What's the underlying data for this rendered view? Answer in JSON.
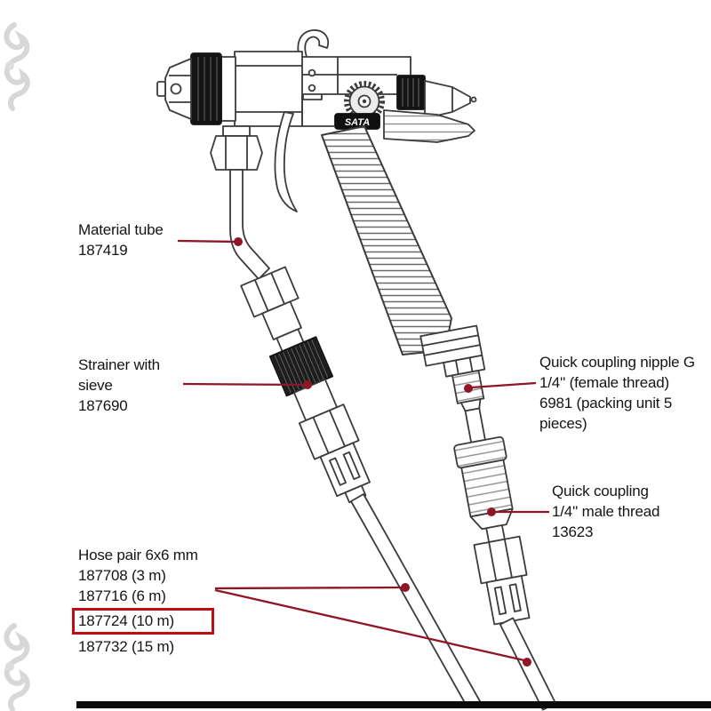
{
  "colors": {
    "leader": "#8f1627",
    "highlight_box": "#c00b15",
    "line_art": "#3b3b3b",
    "bottom_bar": "#0a0a0a"
  },
  "gun": {
    "brand_badge": "SATA"
  },
  "labels": {
    "material_tube": {
      "line1": "Material tube",
      "line2": "187419"
    },
    "strainer": {
      "line1": "Strainer with",
      "line2": "sieve",
      "line3": "187690"
    },
    "quick_coupling_nipple": {
      "line1": "Quick coupling nipple G",
      "line2": "1/4'' (female thread)",
      "line3": "6981 (packing unit 5",
      "line4": "pieces)"
    },
    "quick_coupling": {
      "line1": "Quick coupling",
      "line2": "1/4'' male thread",
      "line3": "13623"
    },
    "hose_pair": {
      "title": "Hose pair 6x6 mm",
      "option1": "187708 (3 m)",
      "option2": "187716 (6 m)",
      "option3": "187724 (10 m)",
      "option4": "187732 (15 m)"
    }
  }
}
